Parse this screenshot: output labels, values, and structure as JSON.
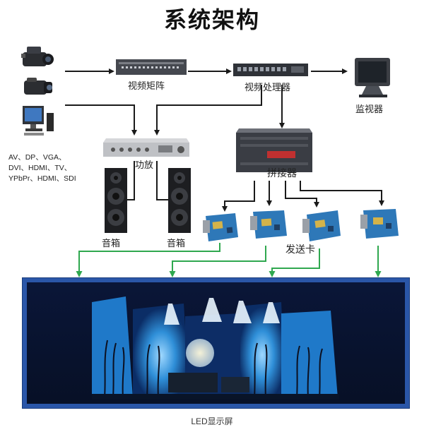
{
  "title": "系统架构",
  "labels": {
    "matrix": "视频矩阵",
    "processor": "视频处理器",
    "monitor": "监视器",
    "amplifier": "功放",
    "splicer": "拼接器",
    "speaker_left": "音箱",
    "speaker_right": "音箱",
    "sender_card": "发送卡",
    "led_screen": "LED显示屏"
  },
  "signal_types": [
    "AV、DP、VGA、",
    "DVI、HDMI、TV、",
    "YPbPr、HDMI、SDI"
  ],
  "colors": {
    "arrow": "#1a1a1a",
    "green_link": "#2fa84f",
    "screen_frame": "#2a56a8",
    "device_dark": "#3a3d44",
    "card_blue": "#2e78b8"
  }
}
